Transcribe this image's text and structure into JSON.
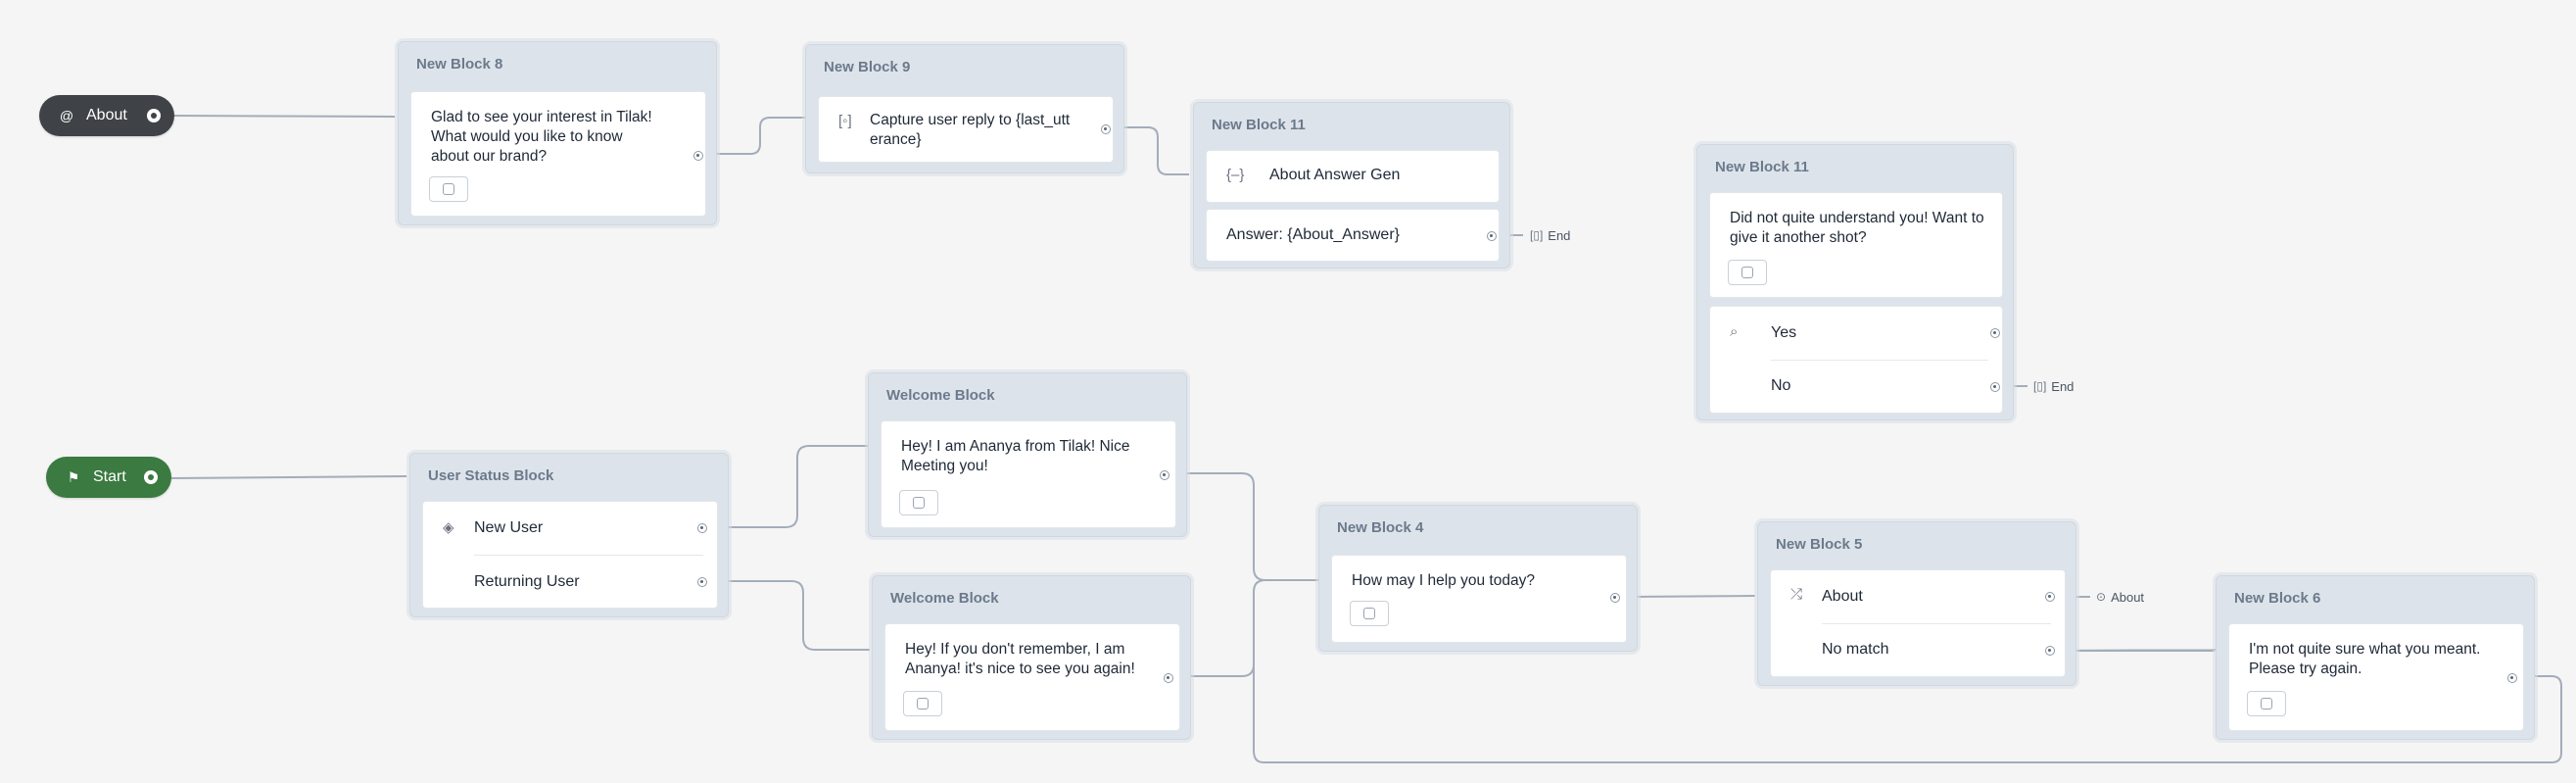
{
  "nodes": {
    "about_pill": {
      "label": "About",
      "icon": "at-icon"
    },
    "start_pill": {
      "label": "Start",
      "icon": "flag-icon"
    }
  },
  "blocks": {
    "b8": {
      "title": "New Block 8",
      "text": [
        "Glad to see your interest in Tilak!",
        "What would you like to know",
        "about our brand?"
      ]
    },
    "b9": {
      "title": "New Block 9",
      "text": [
        "Capture user reply to {last_utt",
        "erance}"
      ]
    },
    "b11a": {
      "title": "New Block 11",
      "items": [
        "About Answer Gen",
        "Answer: {About_Answer}"
      ]
    },
    "b11b": {
      "title": "New Block 11",
      "text": [
        "Did not quite understand you! Want to",
        "give it another shot?"
      ],
      "items": [
        "Yes",
        "No"
      ]
    },
    "user_status": {
      "title": "User Status Block",
      "items": [
        "New User",
        "Returning User"
      ]
    },
    "welcome1": {
      "title": "Welcome Block",
      "text": [
        "Hey! I am Ananya from Tilak! Nice",
        "Meeting you!"
      ]
    },
    "welcome2": {
      "title": "Welcome Block",
      "text": [
        "Hey! If you don't remember, I am",
        "Ananya! it's nice to see you again!"
      ]
    },
    "b4": {
      "title": "New Block 4",
      "text": [
        "How may I help you today?"
      ]
    },
    "b5": {
      "title": "New Block 5",
      "items": [
        "About",
        "No match"
      ]
    },
    "b6": {
      "title": "New Block 6",
      "text": [
        "I'm not quite sure what you meant.",
        "Please try again."
      ]
    }
  },
  "tags": {
    "end1": "End",
    "end2": "End",
    "about_jump": "About"
  },
  "colors": {
    "canvas": "#f5f5f5",
    "about_pill": "#3f4347",
    "start_pill": "#3b7a41",
    "block_bg": "#dde3ea",
    "edge": "#a3adba"
  }
}
